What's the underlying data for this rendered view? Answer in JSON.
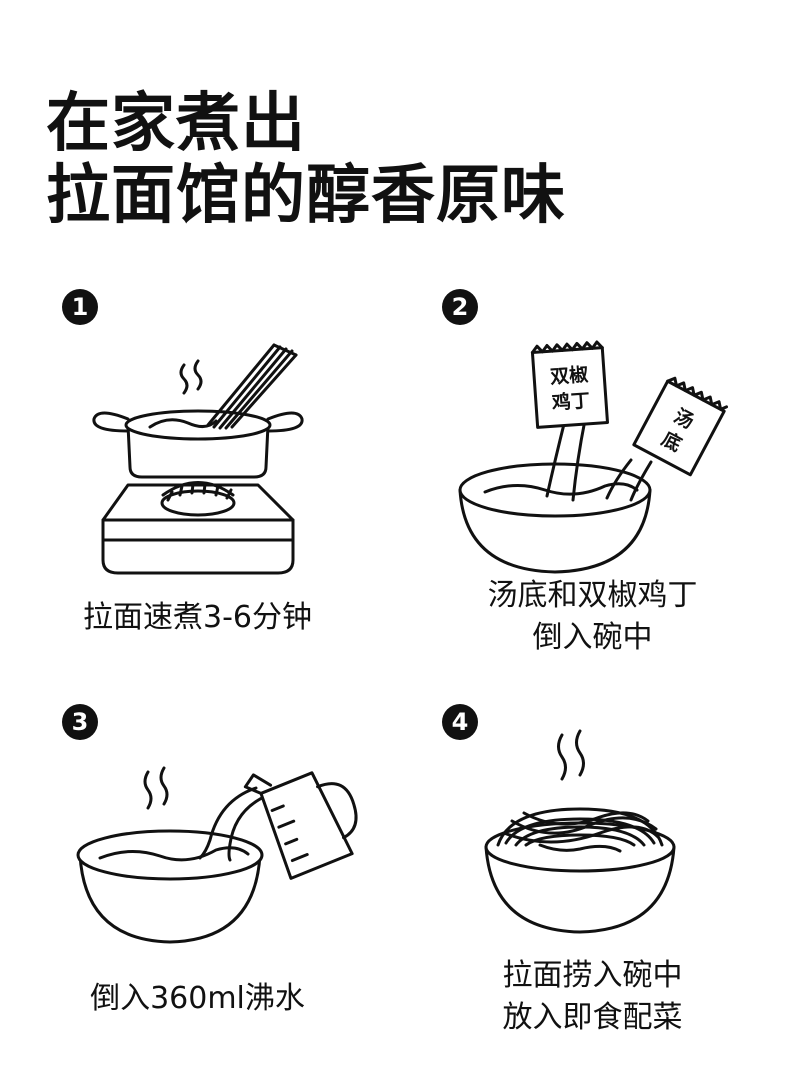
{
  "title": {
    "line1": "在家煮出",
    "line2": "拉面馆的醇香原味"
  },
  "steps": [
    {
      "number": "1",
      "caption_lines": [
        "拉面速煮3-6分钟"
      ]
    },
    {
      "number": "2",
      "caption_lines": [
        "汤底和双椒鸡丁",
        "倒入碗中"
      ],
      "packet_left": [
        "双椒",
        "鸡丁"
      ],
      "packet_right": [
        "汤",
        "底"
      ]
    },
    {
      "number": "3",
      "caption_lines": [
        "倒入360ml沸水"
      ]
    },
    {
      "number": "4",
      "caption_lines": [
        "拉面捞入碗中",
        "放入即食配菜"
      ]
    }
  ]
}
